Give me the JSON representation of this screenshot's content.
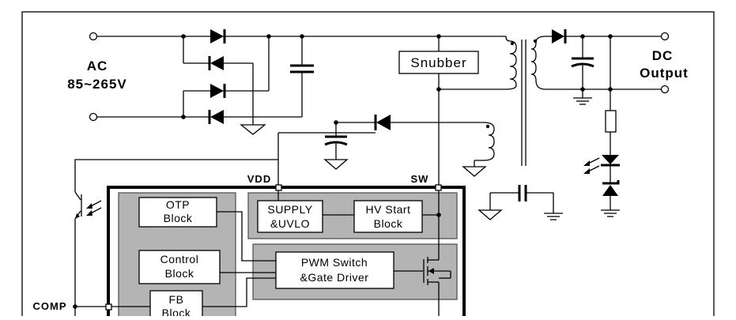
{
  "labels": {
    "ac_line1": "AC",
    "ac_line2": "85~265V",
    "dc_line1": "DC",
    "dc_line2": "Output",
    "snubber": "Snubber",
    "vdd": "VDD",
    "sw": "SW",
    "comp": "COMP"
  },
  "blocks": {
    "otp": [
      "OTP",
      "Block"
    ],
    "control": [
      "Control",
      "Block"
    ],
    "fb": [
      "FB",
      "Block"
    ],
    "supply": [
      "SUPPLY",
      "&UVLO"
    ],
    "hvstart": [
      "HV Start",
      "Block"
    ],
    "pwm": [
      "PWM Switch",
      "&Gate Driver"
    ]
  },
  "colors": {
    "ic_body": "#b4b4b4",
    "wire": "#000000",
    "background": "#ffffff"
  },
  "icons": [
    "diode",
    "capacitor",
    "ground",
    "transformer",
    "resistor",
    "led",
    "zener",
    "optocoupler",
    "mosfet",
    "connection-dot"
  ]
}
